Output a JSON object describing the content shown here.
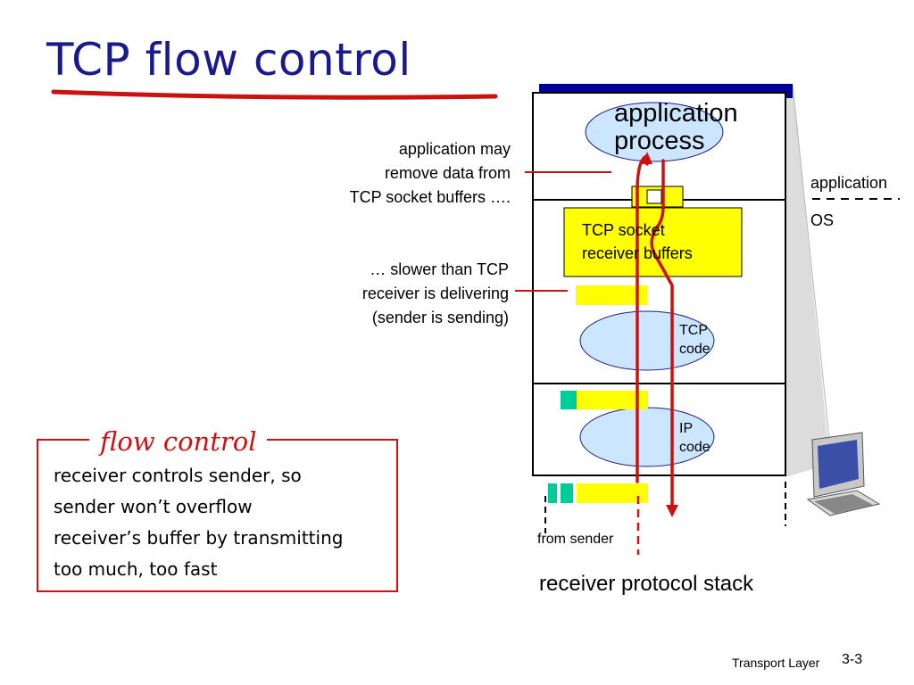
{
  "slide": {
    "title": "TCP flow control",
    "footer_label": "Transport Layer",
    "footer_page": "3-3"
  },
  "diagram": {
    "app_process_label": [
      "application",
      "process"
    ],
    "tcp_buffers_label": [
      "TCP socket",
      "receiver buffers"
    ],
    "tcp_code_label": [
      "TCP",
      "code"
    ],
    "ip_code_label": [
      "IP",
      "code"
    ],
    "side_labels": {
      "application": "application",
      "os": "OS"
    },
    "from_sender": "from sender",
    "caption": "receiver protocol stack",
    "note_remove": [
      "application may",
      "remove data from",
      "TCP socket buffers …."
    ],
    "note_slower": [
      "… slower than TCP",
      "receiver is delivering",
      "(sender is sending)"
    ],
    "colors": {
      "title": "#1a1a8c",
      "accent_red": "#cc1111",
      "buffer_yellow": "#ffff00",
      "packet_teal": "#00cc99",
      "ellipse_fill": "#cce6ff",
      "header_bar": "#000099"
    }
  },
  "flow_control": {
    "title": "flow control",
    "body": [
      "receiver controls sender, so",
      "sender won’t overflow",
      "receiver’s buffer by transmitting",
      "too much, too fast"
    ]
  }
}
